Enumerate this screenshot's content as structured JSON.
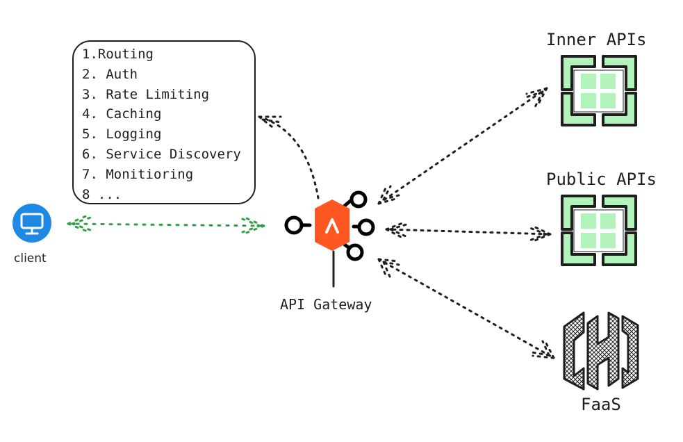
{
  "features_list": {
    "items": [
      "1.Routing",
      "2. Auth",
      "3. Rate Limiting",
      "4. Caching",
      "5. Logging",
      "6. Service Discovery",
      "7. Monitioring",
      "8 ..."
    ]
  },
  "nodes": {
    "client": {
      "label": "client",
      "icon": "monitor-icon",
      "color": "#1e88e5"
    },
    "gateway": {
      "label": "API Gateway",
      "icon": "api-gateway-icon",
      "color": "#ff5722"
    },
    "inner_apis": {
      "label": "Inner APIs",
      "icon": "api-grid-icon",
      "color": "#b2f2bb"
    },
    "public_apis": {
      "label": "Public APIs",
      "icon": "api-grid-icon",
      "color": "#b2f2bb"
    },
    "faas": {
      "label": "FaaS",
      "icon": "faas-h-icon"
    }
  },
  "connectors": {
    "client_gateway_color": "#2f9e44",
    "default_color": "#1e1e1e"
  }
}
